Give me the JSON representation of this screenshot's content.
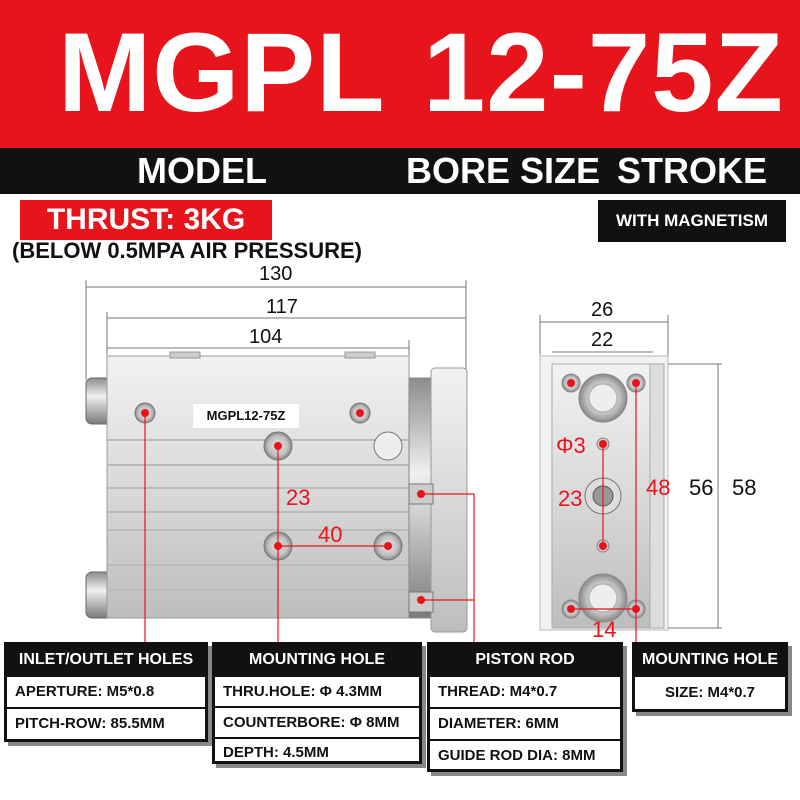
{
  "header": {
    "model": "MGPL",
    "size": "12-75Z"
  },
  "bar": {
    "model_label": "MODEL",
    "bore_label": "BORE SIZE",
    "stroke_label": "STROKE"
  },
  "thrust": "THRUST: 3KG",
  "pressure_note": "(BELOW 0.5MPA AIR PRESSURE)",
  "magnetism": "WITH MAGNETISM",
  "model_plate": "MGPL12-75Z",
  "dimensions": {
    "overall": "130",
    "body": "117",
    "inner": "104",
    "rod_spacing": "23",
    "hole_pitch": "40",
    "end_width": "26",
    "end_inner": "22",
    "phi": "Φ3",
    "end_center": "23",
    "end_hole_pitch": "48",
    "height_inner": "56",
    "height_outer": "58",
    "bottom_pitch": "14"
  },
  "colors": {
    "accent": "#e8141b",
    "dark": "#111111"
  },
  "specs": {
    "inlet": {
      "title": "INLET/OUTLET HOLES",
      "rows": [
        "APERTURE: M5*0.8",
        "PITCH-ROW: 85.5MM"
      ]
    },
    "mounting": {
      "title": "MOUNTING HOLE",
      "rows": [
        "THRU.HOLE: Φ 4.3MM",
        "COUNTERBORE: Φ 8MM",
        "DEPTH: 4.5MM"
      ]
    },
    "piston": {
      "title": "PISTON ROD",
      "rows": [
        "THREAD: M4*0.7",
        "DIAMETER: 6MM",
        "GUIDE ROD DIA: 8MM"
      ]
    },
    "mounting2": {
      "title": "MOUNTING HOLE",
      "rows": [
        "SIZE: M4*0.7"
      ]
    }
  }
}
